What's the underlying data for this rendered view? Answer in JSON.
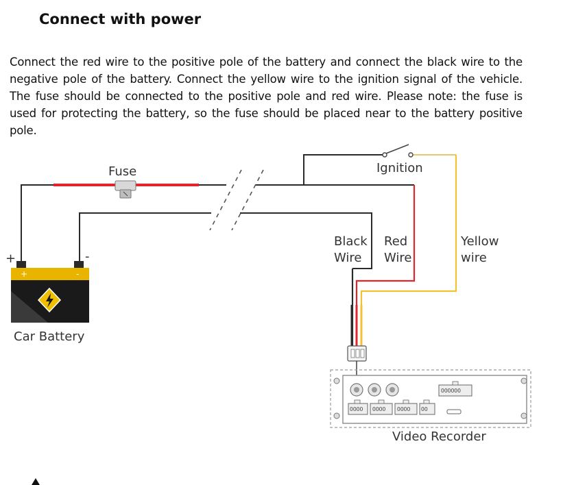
{
  "document": {
    "heading": "Connect with power",
    "paragraph": "Connect the red wire to the positive pole of the battery and connect the black wire to the negative pole of the battery. Connect the yellow wire to the ignition signal of the vehicle. The fuse should be connected to the positive pole and red wire. Please note: the fuse is used for protecting the battery, so the fuse should be placed near to the battery positive pole."
  },
  "diagram": {
    "labels": {
      "fuse": "Fuse",
      "ignition": "Ignition",
      "black_wire_1": "Black",
      "black_wire_2": "Wire",
      "red_wire_1": "Red",
      "red_wire_2": "Wire",
      "yellow_wire_1": "Yellow",
      "yellow_wire_2": "wire",
      "car_battery": "Car Battery",
      "video_recorder": "Video Recorder",
      "plus": "+",
      "minus": "-"
    },
    "colors": {
      "red_wire": "#e0262b",
      "black_wire": "#2a2a2a",
      "yellow_wire": "#f2c230",
      "battery_body": "#1a1a1a",
      "battery_top": "#e8b400",
      "recorder_border": "#9a9a9a"
    },
    "icons": {
      "fuse": "fuse-icon",
      "switch": "ignition-switch-icon",
      "warning": "high-voltage-icon"
    }
  }
}
